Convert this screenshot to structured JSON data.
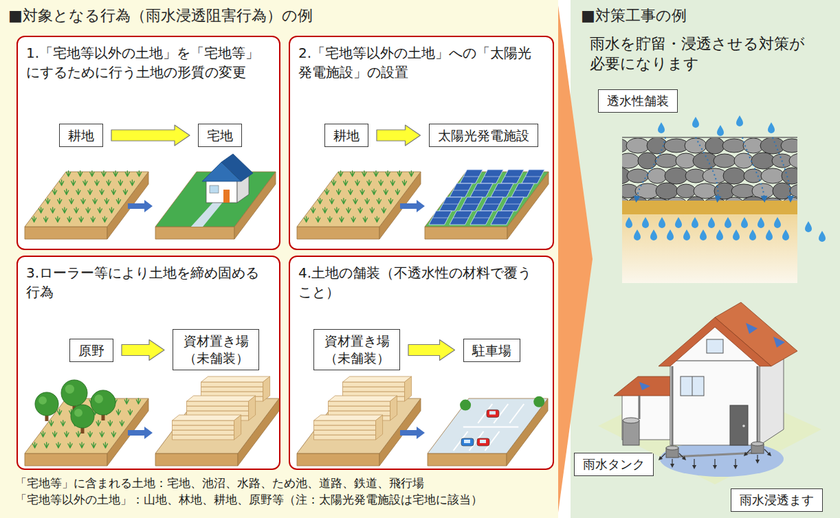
{
  "diagram": {
    "nodes": [
      {
        "text": [
          "■対象となる行為（雨水浸透阻害行為）の例"
        ]
      },
      {
        "text": [
          "1.「宅地等以外の土地」を「宅地等」にするために行う土地の形質の変更"
        ],
        "in": 0
      },
      {
        "text": [
          "耕地"
        ],
        "in": 1
      },
      {
        "text": [
          "宅地"
        ],
        "in": 1
      },
      {
        "text": [
          "2.「宅地等以外の土地」への「太陽光発電施設」の設置"
        ],
        "in": 0
      },
      {
        "text": [
          "耕地"
        ],
        "in": 4
      },
      {
        "text": [
          "太陽光発電施設"
        ],
        "in": 4
      },
      {
        "text": [
          "3.ローラー等により土地を締め固める行為"
        ],
        "in": 0
      },
      {
        "text": [
          "原野"
        ],
        "in": 7
      },
      {
        "text": [
          "資材置き場（未舗装）"
        ],
        "in": 7
      },
      {
        "text": [
          "4.土地の舗装（不透水性の材料で覆うこと）"
        ],
        "in": 0
      },
      {
        "text": [
          "資材置き場（未舗装）"
        ],
        "in": 10
      },
      {
        "text": [
          "駐車場"
        ],
        "in": 10
      },
      {
        "text": [
          "■対策工事の例",
          "雨水を貯留・浸透させる対策が必要になります"
        ]
      },
      {
        "text": [
          "透水性舗装"
        ],
        "in": 13
      },
      {
        "text": [
          "雨水タンク"
        ],
        "in": 13
      },
      {
        "text": [
          "雨水浸透ます"
        ],
        "in": 13
      }
    ],
    "edges": [
      {
        "from": 2,
        "to": 3,
        "arrow": "to"
      },
      {
        "from": 5,
        "to": 6,
        "arrow": "to"
      },
      {
        "from": 8,
        "to": 9,
        "arrow": "to"
      },
      {
        "from": 11,
        "to": 12,
        "arrow": "to"
      },
      {
        "from": 0,
        "to": 13,
        "arrow": "to"
      }
    ],
    "labels": [
      "「宅地等」に含まれる土地：宅地、池沼、水路、ため池、道路、鉄道、飛行場",
      "「宅地等以外の土地」：山地、林地、耕地、原野等（注：太陽光発電施設は宅地に該当）"
    ]
  }
}
